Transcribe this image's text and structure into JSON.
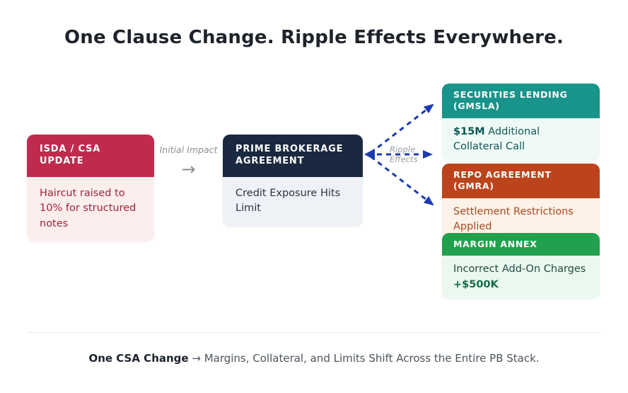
{
  "title": "One Clause Change. Ripple Effects Everywhere.",
  "flow": {
    "source": {
      "header": "ISDA / CSA UPDATE",
      "body": "Haircut raised to 10% for structured notes",
      "header_bg": "#c02a4d",
      "body_bg": "#fdeeee",
      "body_text": "#a02438"
    },
    "initial_impact": {
      "label": "Initial Impact",
      "arrow_glyph": "→"
    },
    "hub": {
      "header": "PRIME BROKERAGE AGREEMENT",
      "body": "Credit Exposure Hits Limit",
      "header_bg": "#1b2940",
      "body_bg": "#eef2f6",
      "body_text": "#2a3442"
    },
    "ripple": {
      "label_line1": "Ripple",
      "label_line2": "Effects",
      "arrow_color": "#1c3ab0"
    },
    "effects": [
      {
        "header": "SECURITIES LENDING (GMSLA)",
        "highlight": "$15M",
        "body": " Additional Collateral Call",
        "header_bg": "#18948a",
        "body_bg": "#effaf6",
        "body_text": "#0e5756"
      },
      {
        "header": "REPO AGREEMENT (GMRA)",
        "body": "Settlement Restrictions Applied",
        "header_bg": "#bc441c",
        "body_bg": "#fdf2e8",
        "body_text": "#a84a20"
      },
      {
        "header": "MARGIN ANNEX",
        "body": "Incorrect Add-On Charges",
        "highlight": "+$500K",
        "header_bg": "#21a14d",
        "body_bg": "#eaf8ef",
        "body_text": "#234b40",
        "highlight_text": "#166b47"
      }
    ]
  },
  "footer": {
    "bold": "One CSA Change",
    "rest": " → Margins, Collateral, and Limits Shift Across the Entire PB Stack."
  }
}
